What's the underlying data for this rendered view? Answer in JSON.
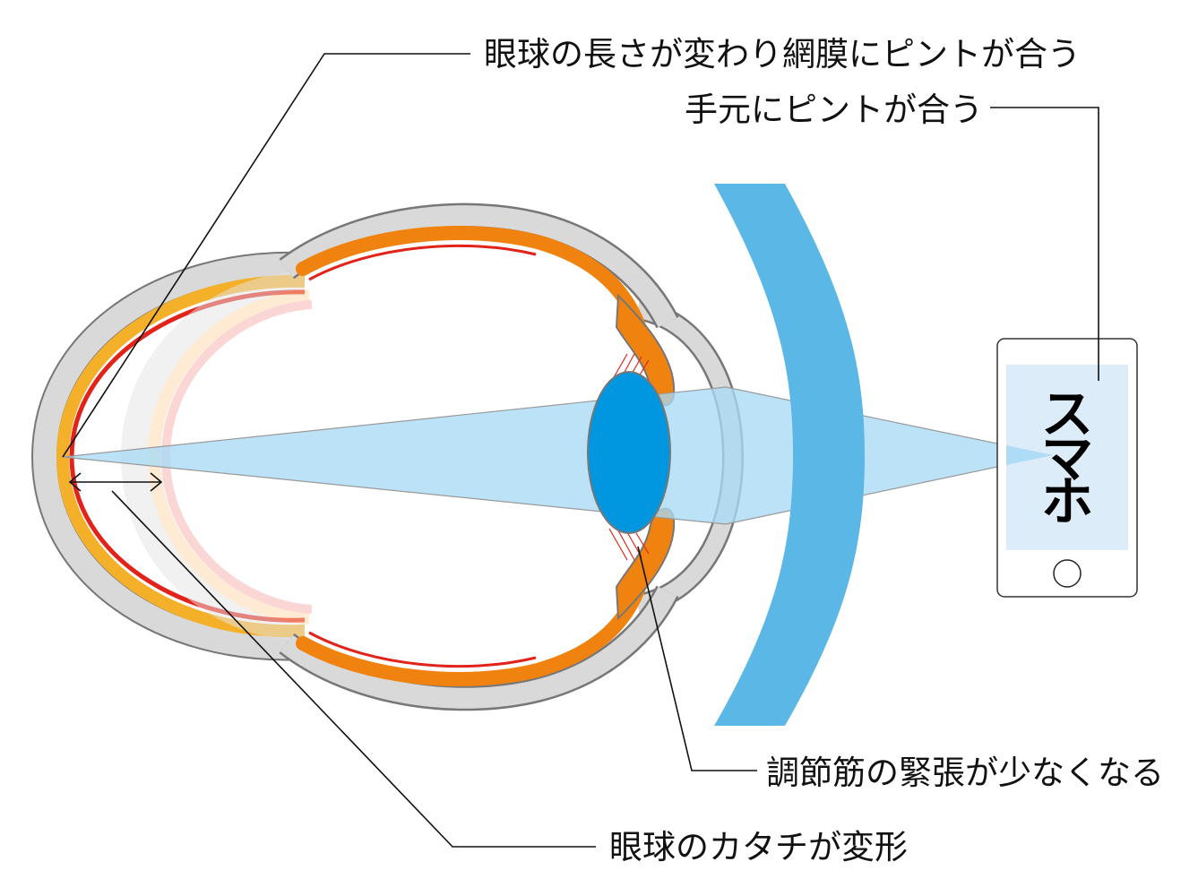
{
  "labels": {
    "eyeball_length": "眼球の長さが変わり網膜にピントが合う",
    "focus_near": "手元にピントが合う",
    "ciliary_muscle": "調節筋の緊張が少なくなる",
    "eyeball_shape": "眼球のカタチが変形"
  },
  "phone": {
    "screen_text": [
      "ス",
      "マ",
      "ホ"
    ]
  },
  "colors": {
    "sclera": "#d9d9d9",
    "sclera_outline": "#777777",
    "choroid": "#f0820f",
    "retina": "#e2231a",
    "elongated_layer": "#f5b02a",
    "lens": "#0097e0",
    "light_cone": "#a8daf5",
    "corrective_lens": "#5bb8e6",
    "phone_screen": "#dcecf9"
  }
}
